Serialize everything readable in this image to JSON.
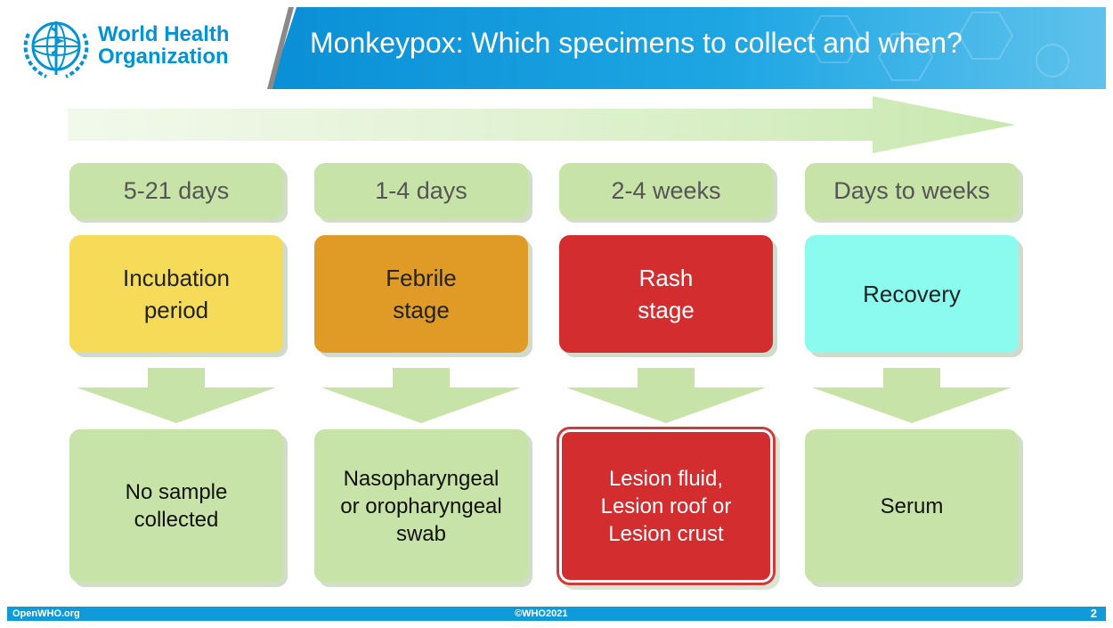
{
  "header": {
    "organization": "World Health\nOrganization",
    "title": "Monkeypox: Which specimens to collect and when?"
  },
  "colors": {
    "header_blue": "#0a8fd6",
    "box_green": "#c8e3a8",
    "incubation_yellow": "#f6db58",
    "febrile_orange": "#e09a26",
    "rash_red": "#d42d2f",
    "recovery_cyan": "#8cfbef"
  },
  "stages": [
    {
      "duration": "5-21 days",
      "stage": "Incubation\nperiod",
      "specimen": "No sample\ncollected",
      "color": "#f6db58",
      "text_color": "#222222"
    },
    {
      "duration": "1-4 days",
      "stage": "Febrile\nstage",
      "specimen": "Nasopharyngeal\nor oropharyngeal\nswab",
      "color": "#e09a26",
      "text_color": "#222222"
    },
    {
      "duration": "2-4 weeks",
      "stage": "Rash\nstage",
      "specimen": "Lesion fluid,\nLesion roof or\nLesion crust",
      "color": "#d42d2f",
      "text_color": "#ffffff"
    },
    {
      "duration": "Days to weeks",
      "stage": "Recovery",
      "specimen": "Serum",
      "color": "#8cfbef",
      "text_color": "#222222"
    }
  ],
  "footer": {
    "left": "OpenWHO.org",
    "center": "©WHO2021",
    "page_number": "2"
  }
}
